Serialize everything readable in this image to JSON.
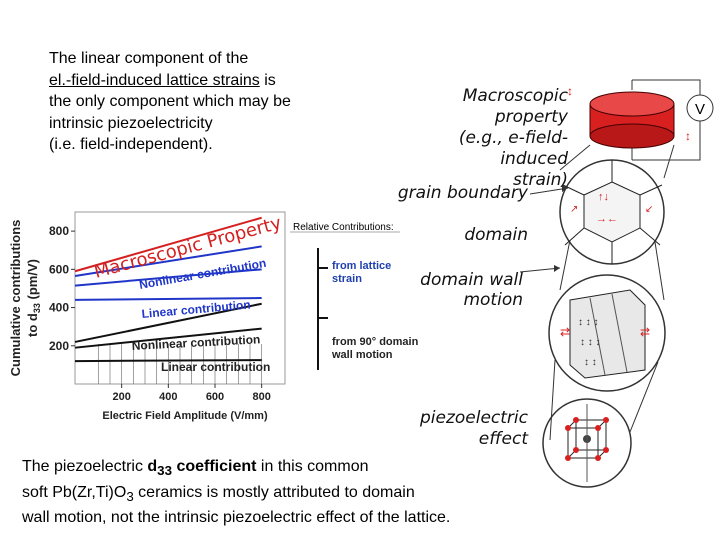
{
  "intro": {
    "line1": "The linear component of the",
    "line2": "el.-field-induced lattice strains",
    "line2_suffix": " is",
    "line3": "the only component which may be",
    "line4": "intrinsic piezoelectricity",
    "line5": "(i.e. field-independent)."
  },
  "conclusion": {
    "part1": "The piezoelectric ",
    "bold_d": "d",
    "bold_sub": "33",
    "bold_coef": " coefficient",
    "part2": " in this common",
    "line2a": "soft Pb(Zr,Ti)O",
    "line2_sub": "3",
    "line2b": " ceramics is mostly attributed to domain",
    "line3": "wall motion, not the intrinsic piezoelectric effect of the lattice."
  },
  "hierarchy": {
    "macro_line1": "Macroscopic property",
    "macro_line2": "(e.g., e-field-induced",
    "macro_line3": "strain)",
    "voltage": "V",
    "grain": "grain boundary",
    "domain": "domain",
    "dwm_line1": "domain wall",
    "dwm_line2": "motion",
    "piezo_line1": "piezoelectric",
    "piezo_line2": "effect"
  },
  "relative": {
    "title": "Relative Contributions:",
    "lattice_line1": "from lattice",
    "lattice_line2": "strain",
    "domain_line1": "from 90° domain",
    "domain_line2": "wall motion"
  },
  "chart_data": {
    "type": "line",
    "xlabel": "Electric Field Amplitude (V/mm)",
    "ylabel": "Cumulative contributions to d33 (pm/V)",
    "xticks": [
      "200",
      "400",
      "600",
      "800"
    ],
    "yticks": [
      "200",
      "400",
      "600",
      "800"
    ],
    "xlim": [
      0,
      900
    ],
    "ylim": [
      0,
      900
    ],
    "annotations": {
      "macro": "Macroscopic Property",
      "nonlinear_top": "Nonlinear contribution",
      "linear_top": "Linear contribution",
      "nonlinear_bottom": "Nonlinear contribution",
      "linear_bottom": "Linear contribution"
    },
    "series": [
      {
        "key": "macro",
        "color": "#d42020",
        "x": [
          0,
          800
        ],
        "y": [
          590,
          870
        ]
      },
      {
        "key": "blue1",
        "color": "#2036c8",
        "x": [
          0,
          800
        ],
        "y": [
          565,
          720
        ]
      },
      {
        "key": "blue2",
        "color": "#2036c8",
        "x": [
          0,
          800
        ],
        "y": [
          515,
          600
        ]
      },
      {
        "key": "blue3",
        "color": "#2036c8",
        "x": [
          0,
          800
        ],
        "y": [
          440,
          450
        ]
      },
      {
        "key": "black1",
        "color": "#111111",
        "x": [
          0,
          800
        ],
        "y": [
          220,
          420
        ]
      },
      {
        "key": "black2",
        "color": "#111111",
        "x": [
          0,
          800
        ],
        "y": [
          190,
          290
        ]
      },
      {
        "key": "black3",
        "color": "#111111",
        "x": [
          0,
          800
        ],
        "y": [
          120,
          125
        ]
      }
    ]
  }
}
